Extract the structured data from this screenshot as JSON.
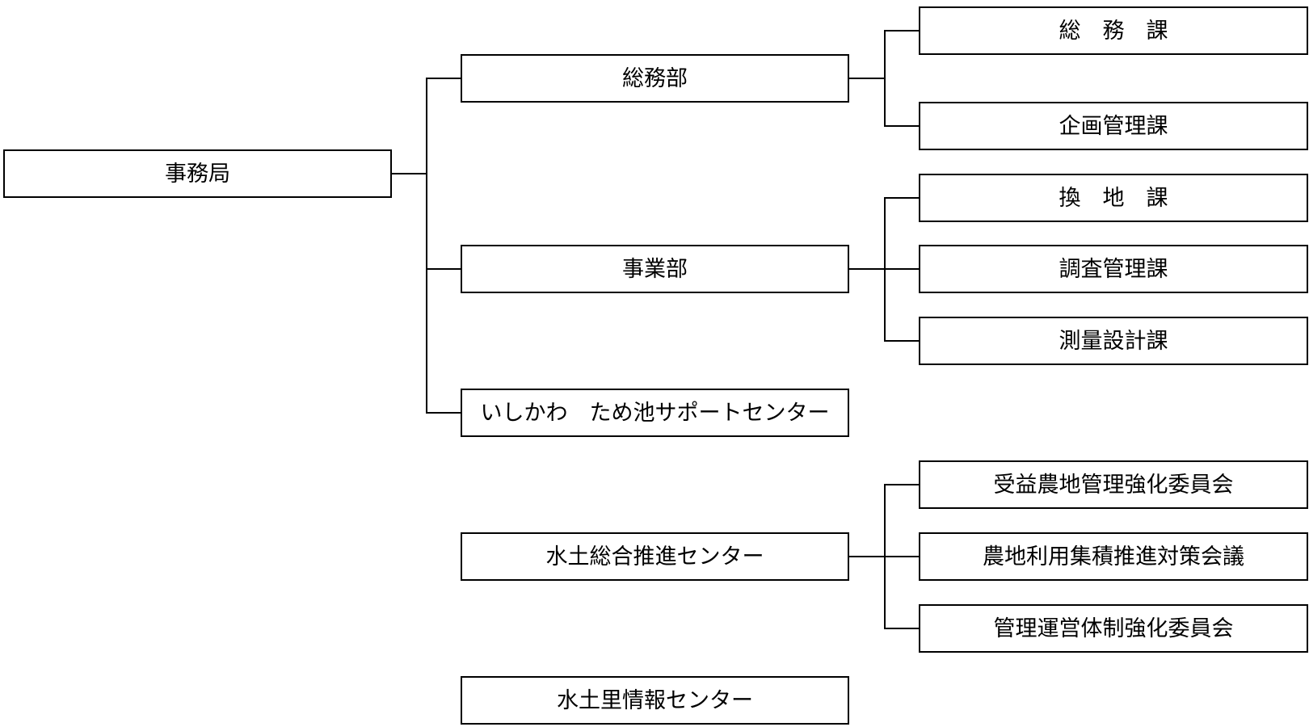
{
  "org_chart": {
    "root": "事務局",
    "divisions": {
      "general_affairs": {
        "label": "総務部",
        "sections": [
          "総　務　課",
          "企画管理課"
        ]
      },
      "operations": {
        "label": "事業部",
        "sections": [
          "換　地　課",
          "調査管理課",
          "測量設計課"
        ]
      },
      "pond_support": {
        "label": "いしかわ　ため池サポートセンター"
      },
      "water_soil_promotion": {
        "label": "水土総合推進センター",
        "committees": [
          "受益農地管理強化委員会",
          "農地利用集積推進対策会議",
          "管理運営体制強化委員会"
        ]
      },
      "water_soil_info": {
        "label": "水土里情報センター"
      }
    }
  }
}
